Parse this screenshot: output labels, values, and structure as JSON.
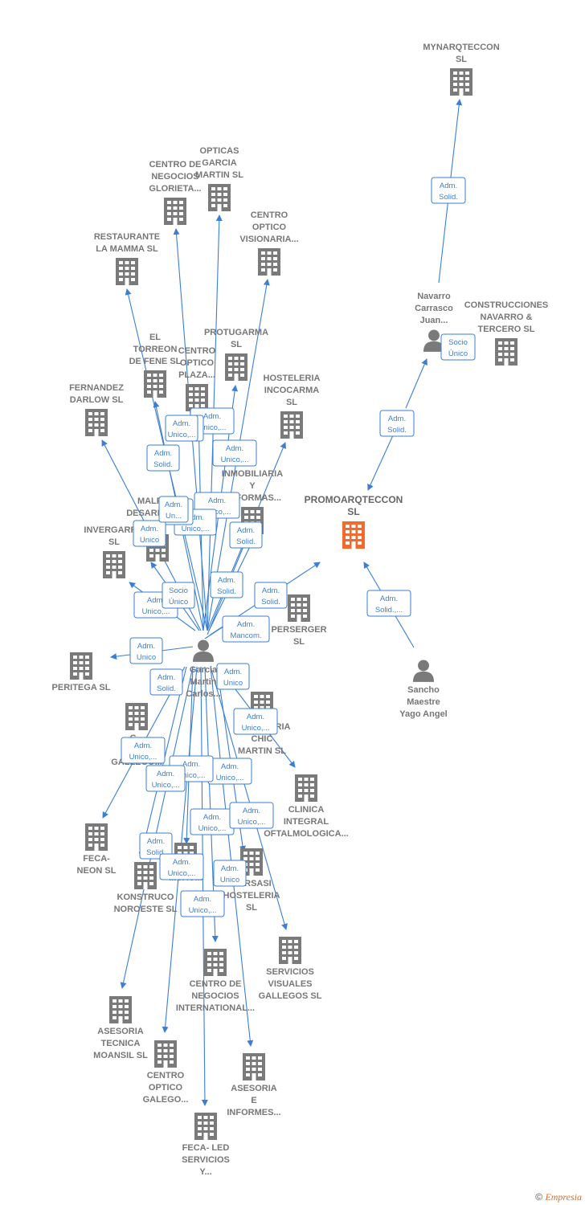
{
  "colors": {
    "edge": "#3a7fd5",
    "building": "#7a7a7a",
    "focus": "#f26a2e",
    "person": "#7a7a7a"
  },
  "nodes": [
    {
      "id": "promo",
      "kind": "building",
      "focus": true,
      "lines": [
        "PROMOARQTECCON",
        "SL"
      ]
    },
    {
      "id": "mynar",
      "kind": "building",
      "lines": [
        "MYNARQTECCON",
        "SL"
      ]
    },
    {
      "id": "navarro",
      "kind": "person",
      "lines": [
        "Navarro",
        "Carrasco",
        "Juan..."
      ]
    },
    {
      "id": "construcciones",
      "kind": "building",
      "lines": [
        "CONSTRUCCIONES",
        "NAVARRO &",
        "TERCERO SL"
      ]
    },
    {
      "id": "sancho",
      "kind": "person",
      "lines": [
        "Sancho",
        "Maestre",
        "Yago Angel"
      ]
    },
    {
      "id": "garcia",
      "kind": "person",
      "lines": [
        "Garcia",
        "Martin",
        "Carlos..."
      ]
    },
    {
      "id": "opticas",
      "kind": "building",
      "lines": [
        "OPTICAS",
        "GARCIA",
        "MARTIN  SL"
      ]
    },
    {
      "id": "centro_glorieta",
      "kind": "building",
      "lines": [
        "CENTRO DE",
        "NEGOCIOS",
        "GLORIETA..."
      ]
    },
    {
      "id": "centro_visionaria",
      "kind": "building",
      "lines": [
        "CENTRO",
        "OPTICO",
        "VISIONARIA..."
      ]
    },
    {
      "id": "mamma",
      "kind": "building",
      "lines": [
        "RESTAURANTE",
        "LA MAMMA  SL"
      ]
    },
    {
      "id": "torreon",
      "kind": "building",
      "lines": [
        "EL",
        "TORREON",
        "DE FENE SL"
      ]
    },
    {
      "id": "protugarma",
      "kind": "building",
      "lines": [
        "PROTUGARMA",
        "SL"
      ]
    },
    {
      "id": "centro_plaza",
      "kind": "building",
      "lines": [
        "CENTRO",
        "OPTICO",
        "PLAZA..."
      ]
    },
    {
      "id": "fernandez",
      "kind": "building",
      "lines": [
        "FERNANDEZ",
        "DARLOW  SL"
      ]
    },
    {
      "id": "incocarma",
      "kind": "building",
      "lines": [
        "HOSTELERIA",
        "INCOCARMA",
        "SL"
      ]
    },
    {
      "id": "inmobiliaria",
      "kind": "building",
      "lines": [
        "INMOBILIARIA",
        "Y",
        "REFORMAS..."
      ]
    },
    {
      "id": "malpica",
      "kind": "building",
      "lines": [
        "MALPICA",
        "DESARROLL...",
        "SL"
      ]
    },
    {
      "id": "invergarr",
      "kind": "building",
      "lines": [
        "INVERGARR...",
        "SL"
      ]
    },
    {
      "id": "perserger",
      "kind": "building",
      "lines": [
        "PERSERGER",
        "SL"
      ]
    },
    {
      "id": "peritega",
      "kind": "building",
      "lines": [
        "PERITEGA SL"
      ]
    },
    {
      "id": "centro_gallego",
      "kind": "building",
      "lines": [
        "C...",
        "C...",
        "GALLEGO..."
      ]
    },
    {
      "id": "chic",
      "kind": "building",
      "lines": [
        "HOSTELERIA",
        "CHIC",
        "MARTIN  SL"
      ]
    },
    {
      "id": "clinica",
      "kind": "building",
      "lines": [
        "CLINICA",
        "INTEGRAL",
        "OFTALMOLOGICA..."
      ]
    },
    {
      "id": "feca_neon",
      "kind": "building",
      "lines": [
        "FECA-",
        "NEON  SL"
      ]
    },
    {
      "id": "konstruco",
      "kind": "building",
      "lines": [
        "KONSTRUCO",
        "NOROESTE SL"
      ]
    },
    {
      "id": "sau",
      "kind": "building",
      "lines": [
        "...SAU..."
      ]
    },
    {
      "id": "kursasi",
      "kind": "building",
      "lines": [
        "KURSASI",
        "HOSTELERIA",
        "SL"
      ]
    },
    {
      "id": "servicios_visuales",
      "kind": "building",
      "lines": [
        "SERVICIOS",
        "VISUALES",
        "GALLEGOS  SL"
      ]
    },
    {
      "id": "centro_internacional",
      "kind": "building",
      "lines": [
        "CENTRO DE",
        "NEGOCIOS",
        "INTERNATIONAL..."
      ]
    },
    {
      "id": "asesoria_moansil",
      "kind": "building",
      "lines": [
        "ASESORIA",
        "TECNICA",
        "MOANSIL  SL"
      ]
    },
    {
      "id": "centro_galego",
      "kind": "building",
      "lines": [
        "CENTRO",
        "OPTICO",
        "GALEGO..."
      ]
    },
    {
      "id": "asesoria_informes",
      "kind": "building",
      "lines": [
        "ASESORIA",
        "E",
        "INFORMES..."
      ]
    },
    {
      "id": "feca_led",
      "kind": "building",
      "lines": [
        "FECA- LED",
        "SERVICIOS",
        "Y..."
      ]
    }
  ],
  "edge_labels": [
    [
      "Adm.",
      "Solid."
    ],
    [
      "Socio",
      "Único"
    ],
    [
      "Adm.",
      "Solid."
    ],
    [
      "Adm.",
      "Solid.,..."
    ],
    [
      "Adm.",
      "Unico,..."
    ],
    [
      "Adm.",
      "Solid."
    ],
    [
      "Adm.",
      "Solid."
    ],
    [
      "Adm.",
      "Unico,..."
    ],
    [
      "Adm.",
      "Unico,..."
    ],
    [
      "Adm.",
      "Unico,..."
    ],
    [
      "Adm.",
      "Un..."
    ],
    [
      "Adm.",
      "Unico"
    ],
    [
      "Adm.",
      "Unico,..."
    ],
    [
      "Adm.",
      "Solid."
    ],
    [
      "Socio",
      "Único"
    ],
    [
      "Adm.",
      "Solid."
    ],
    [
      "Adm.",
      "Unico,..."
    ],
    [
      "Adm.",
      "Solid."
    ],
    [
      "Adm.",
      "Mancom."
    ],
    [
      "Adm.",
      "Unico"
    ],
    [
      "Adm.",
      "Solid."
    ],
    [
      "Adm.",
      "Unico"
    ],
    [
      "Adm.",
      "Unico,..."
    ],
    [
      "Adm.",
      "Unico,..."
    ],
    [
      "Adm.",
      "Unico,..."
    ],
    [
      "Adm.",
      "Unico,..."
    ],
    [
      "Adm.",
      "Unico,..."
    ],
    [
      "Adm.",
      "Unico,..."
    ],
    [
      "Adm.",
      "Unico,..."
    ],
    [
      "Adm.",
      "Solid."
    ],
    [
      "Adm.",
      "Unico,..."
    ],
    [
      "Adm.",
      "Unico"
    ],
    [
      "Adm.",
      "Unico,..."
    ],
    [
      "Adm.",
      "Un..."
    ],
    [
      "Adm.",
      "Unico,..."
    ]
  ],
  "footer": {
    "copyright_symbol": "©",
    "brand": "Empresia"
  }
}
